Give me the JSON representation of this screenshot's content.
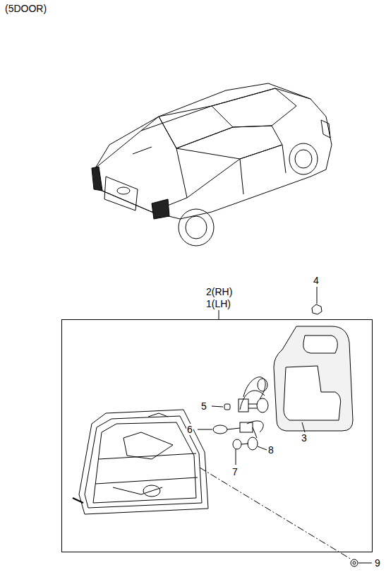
{
  "diagram": {
    "nodes": [
      {
        "text": [
          "2(RH)",
          "1(LH)"
        ]
      }
    ],
    "labels": [
      "(5DOOR)",
      "4",
      "5",
      "6",
      "3",
      "7",
      "8",
      "9"
    ]
  }
}
